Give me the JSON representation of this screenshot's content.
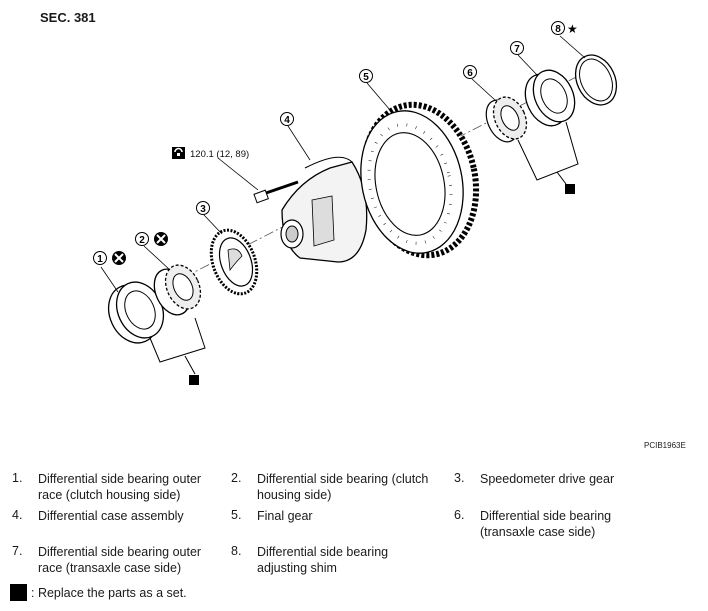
{
  "header": {
    "section": "SEC. 381"
  },
  "figure_code": "PCIB1963E",
  "torque_spec": "120.1 (12, 89)",
  "callouts": [
    "1",
    "2",
    "3",
    "4",
    "5",
    "6",
    "7",
    "8"
  ],
  "legend": [
    {
      "num": "1.",
      "text": "Differential side bearing outer race (clutch housing side)"
    },
    {
      "num": "2.",
      "text": "Differential side bearing (clutch housing side)"
    },
    {
      "num": "3.",
      "text": "Speedometer drive gear"
    },
    {
      "num": "4.",
      "text": "Differential case assembly"
    },
    {
      "num": "5.",
      "text": "Final gear"
    },
    {
      "num": "6.",
      "text": "Differential side bearing (transaxle case side)"
    },
    {
      "num": "7.",
      "text": "Differential side bearing outer race (transaxle case side)"
    },
    {
      "num": "8.",
      "text": "Differential side bearing adjusting shim"
    }
  ],
  "note": ": Replace the parts as a set."
}
